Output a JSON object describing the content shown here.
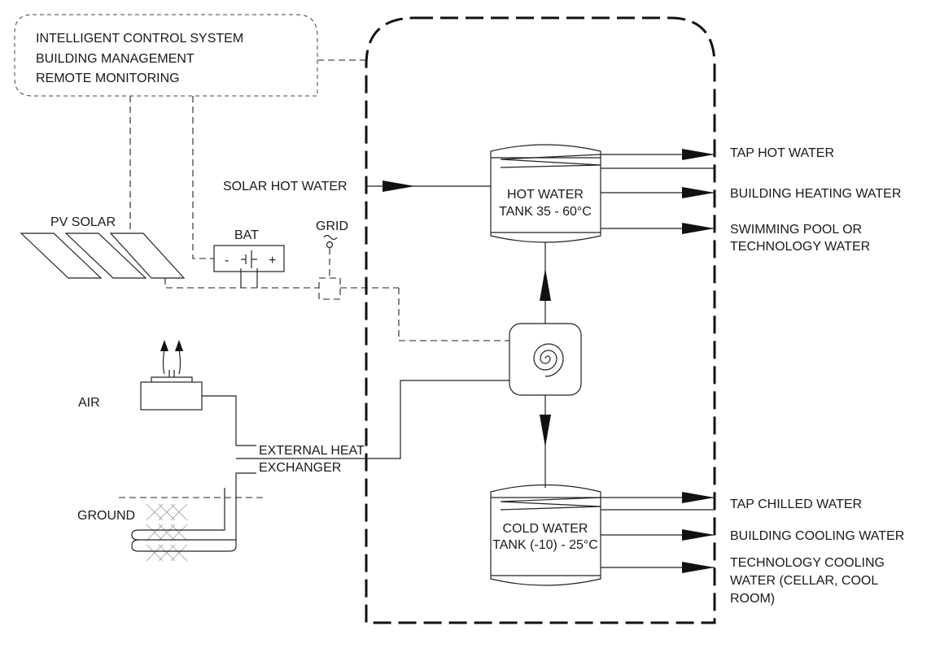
{
  "control_system": {
    "line1": "INTELLIGENT CONTROL SYSTEM",
    "line2": "BUILDING MANAGEMENT",
    "line3": "REMOTE MONITORING"
  },
  "labels": {
    "pv_solar": "PV SOLAR",
    "bat": "BAT",
    "bat_minus": "-",
    "bat_plus": "+",
    "grid": "GRID",
    "solar_hot_water": "SOLAR HOT WATER",
    "air": "AIR",
    "ground": "GROUND",
    "ext_heat_1": "EXTERNAL HEAT",
    "ext_heat_2": "EXCHANGER"
  },
  "hot_tank": {
    "line1": "HOT WATER",
    "line2": "TANK 35 - 60°C"
  },
  "cold_tank": {
    "line1": "COLD WATER",
    "line2": "TANK (-10) - 25°C"
  },
  "outputs_hot": {
    "tap": "TAP HOT WATER",
    "heating": "BUILDING HEATING WATER",
    "pool_1": "SWIMMING POOL OR",
    "pool_2": "TECHNOLOGY WATER"
  },
  "outputs_cold": {
    "tap": "TAP CHILLED WATER",
    "cooling": "BUILDING COOLING WATER",
    "tech_1": "TECHNOLOGY COOLING",
    "tech_2": "WATER (CELLAR, COOL",
    "tech_3": "ROOM)"
  }
}
